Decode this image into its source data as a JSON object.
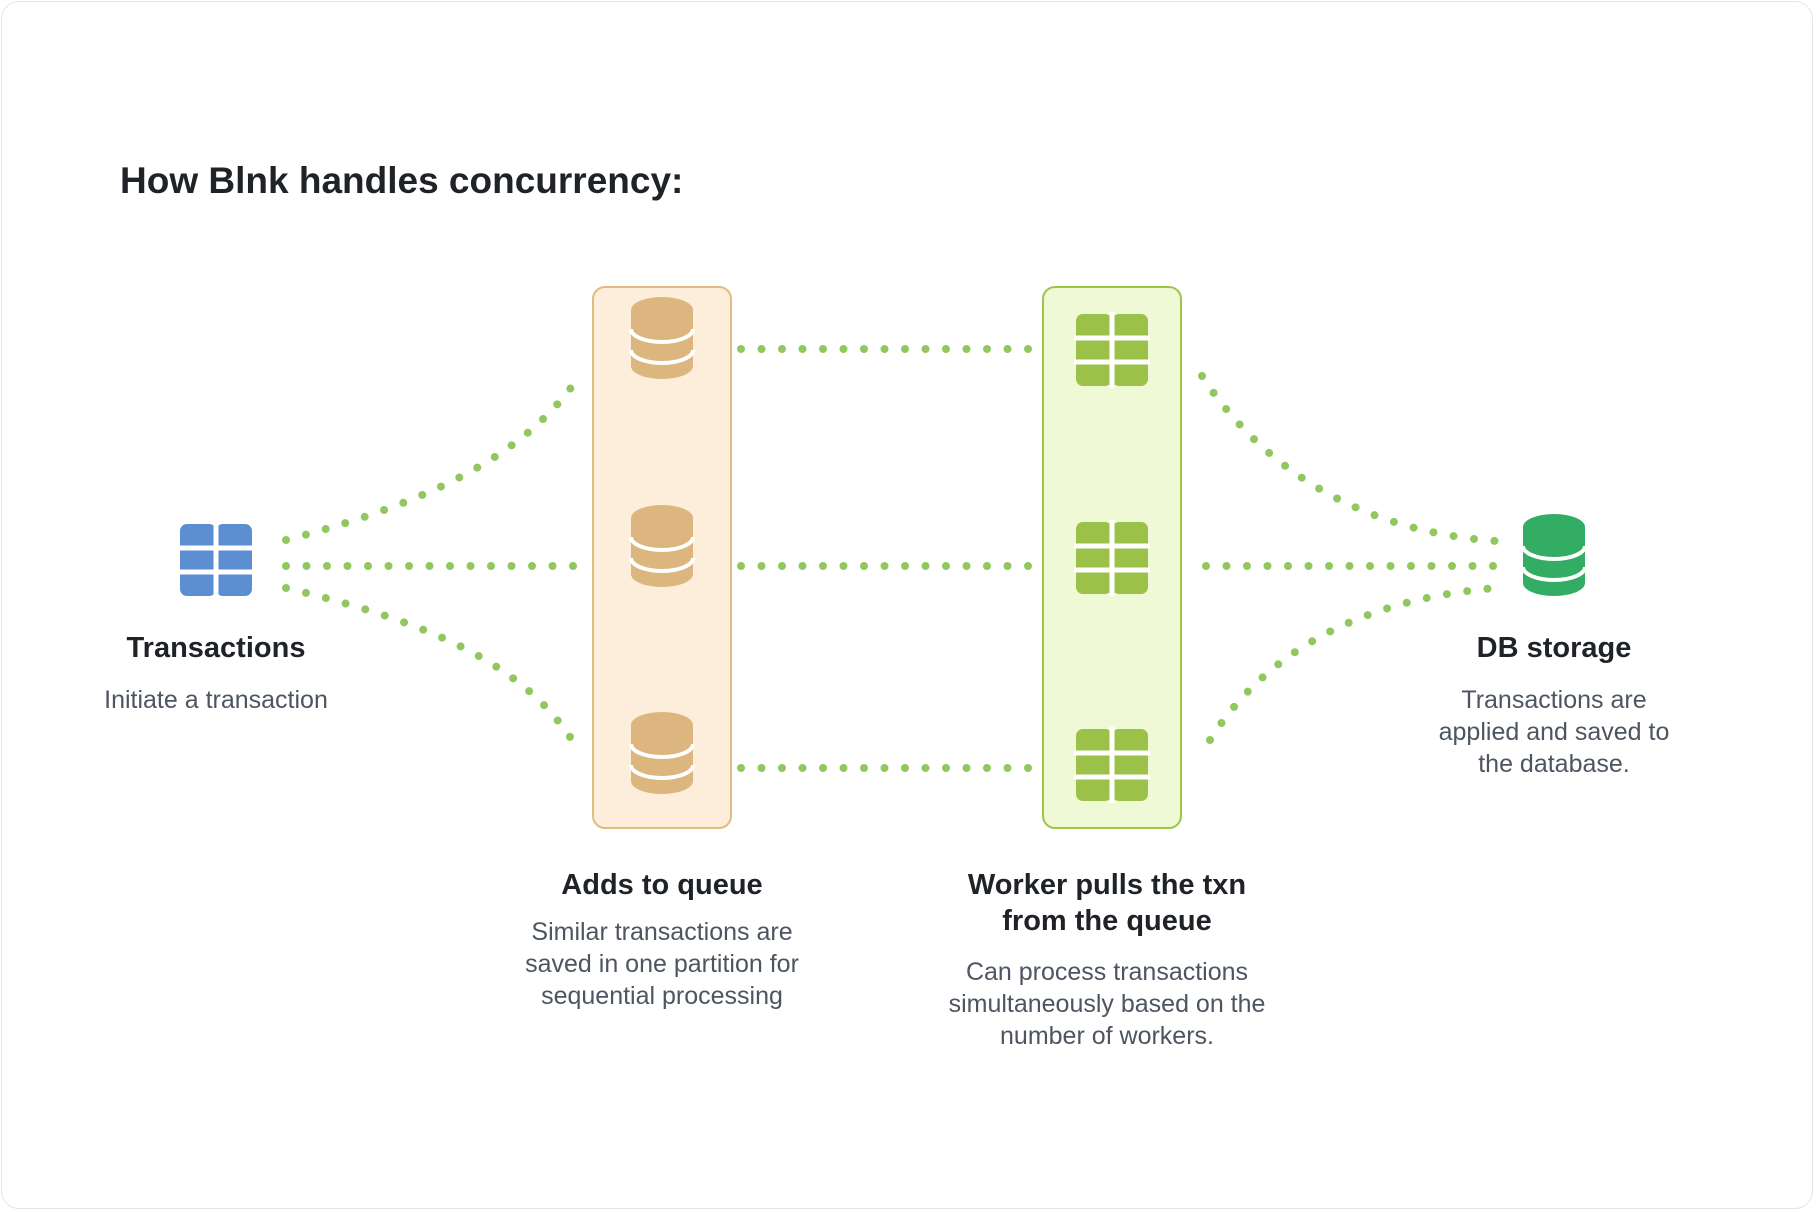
{
  "title": "How Blnk handles concurrency:",
  "nodes": {
    "transactions": {
      "label": "Transactions",
      "description": "Initiate a transaction",
      "icon": "table-grid-icon",
      "color": "#5b8fd1"
    },
    "queue": {
      "label": "Adds to queue",
      "description": "Similar transactions are saved in one partition for sequential processing",
      "icon": "database-icon",
      "color": "#ddb57e",
      "fill": "#fdeedb",
      "border": "#e0bb82"
    },
    "workers": {
      "label": "Worker pulls the txn from the queue",
      "description": "Can process transactions simultaneously based on the number of workers.",
      "icon": "table-grid-icon",
      "color": "#9cc149",
      "fill": "#eff9d6",
      "border": "#9cc54a"
    },
    "storage": {
      "label": "DB storage",
      "description": "Transactions are applied and saved to the database.",
      "icon": "database-icon",
      "color": "#33ad63"
    }
  },
  "connector_color": "#92c760"
}
